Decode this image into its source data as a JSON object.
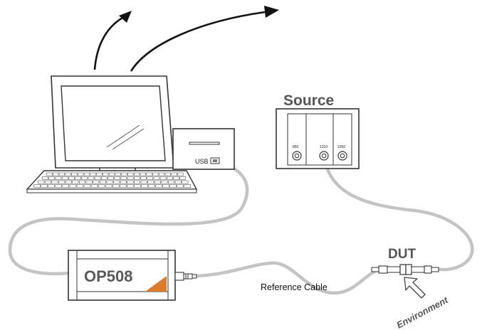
{
  "labels": {
    "source": "Source",
    "usb": "USB",
    "op508": "OP508",
    "dut": "DUT",
    "reference_cable": "Reference Cable",
    "environment": "Environment"
  },
  "source_ports": [
    "850",
    "1310",
    "1550"
  ],
  "colors": {
    "outline": "#333333",
    "cable": "#c4c4c4",
    "label_gray": "#555555",
    "accent_orange": "#e07a2a",
    "arrow": "#111111"
  }
}
